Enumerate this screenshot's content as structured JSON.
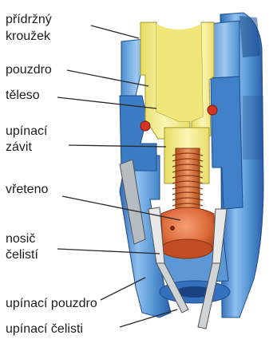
{
  "labels": {
    "pridrzny_krouzek": [
      "přídržný",
      "kroužek"
    ],
    "pouzdro": "pouzdro",
    "teleso": "těleso",
    "upinaci_zavit": [
      "upínací",
      "závit"
    ],
    "vreteno": "vřeteno",
    "nosic_celisti": [
      "nosič",
      "čelistí"
    ],
    "upinaci_pouzdro": "upínací pouzdro",
    "upinaci_celisti": "upínací čelisti"
  },
  "colors": {
    "background": "#ffffff",
    "sleeve_blue": "#4f8fd0",
    "sleeve_blue_dark": "#2d69b5",
    "sleeve_blue_light": "#8ec0ef",
    "housing_yellow": "#f5ec86",
    "threads_orange": "#d5703c",
    "spindle_red": "#d9542b",
    "seal_red": "#d23522",
    "leader_line": "#2a2a2a",
    "label_text": "#1d1d1d"
  },
  "icons": [
    "chuck-cross-section-diagram"
  ]
}
